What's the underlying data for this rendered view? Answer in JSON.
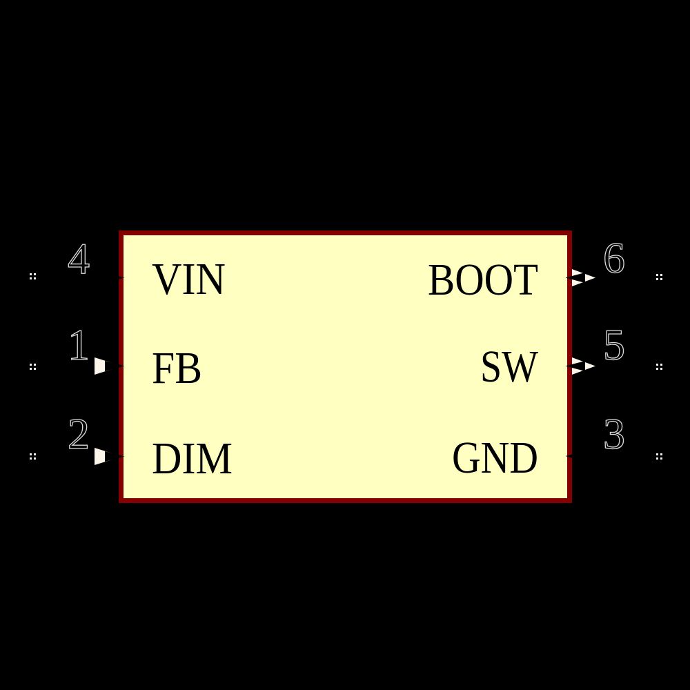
{
  "canvas": {
    "background_color": "#000000"
  },
  "symbol": {
    "body_fill_color": "#FFFFC2",
    "body_outline_color": "#840000",
    "label_color": "#000000",
    "pin_number_outline_color": "#DCDCDC",
    "pin_arrow_light_color": "#FCF5E9",
    "pin_arrow_dark_color": "#000000",
    "pin_end_marker_color": "#EDEDED",
    "pins": {
      "left": [
        {
          "number": "4",
          "label": "VIN"
        },
        {
          "number": "1",
          "label": "FB"
        },
        {
          "number": "2",
          "label": "DIM"
        }
      ],
      "right": [
        {
          "number": "6",
          "label": "BOOT"
        },
        {
          "number": "5",
          "label": "SW"
        },
        {
          "number": "3",
          "label": "GND"
        }
      ]
    }
  }
}
